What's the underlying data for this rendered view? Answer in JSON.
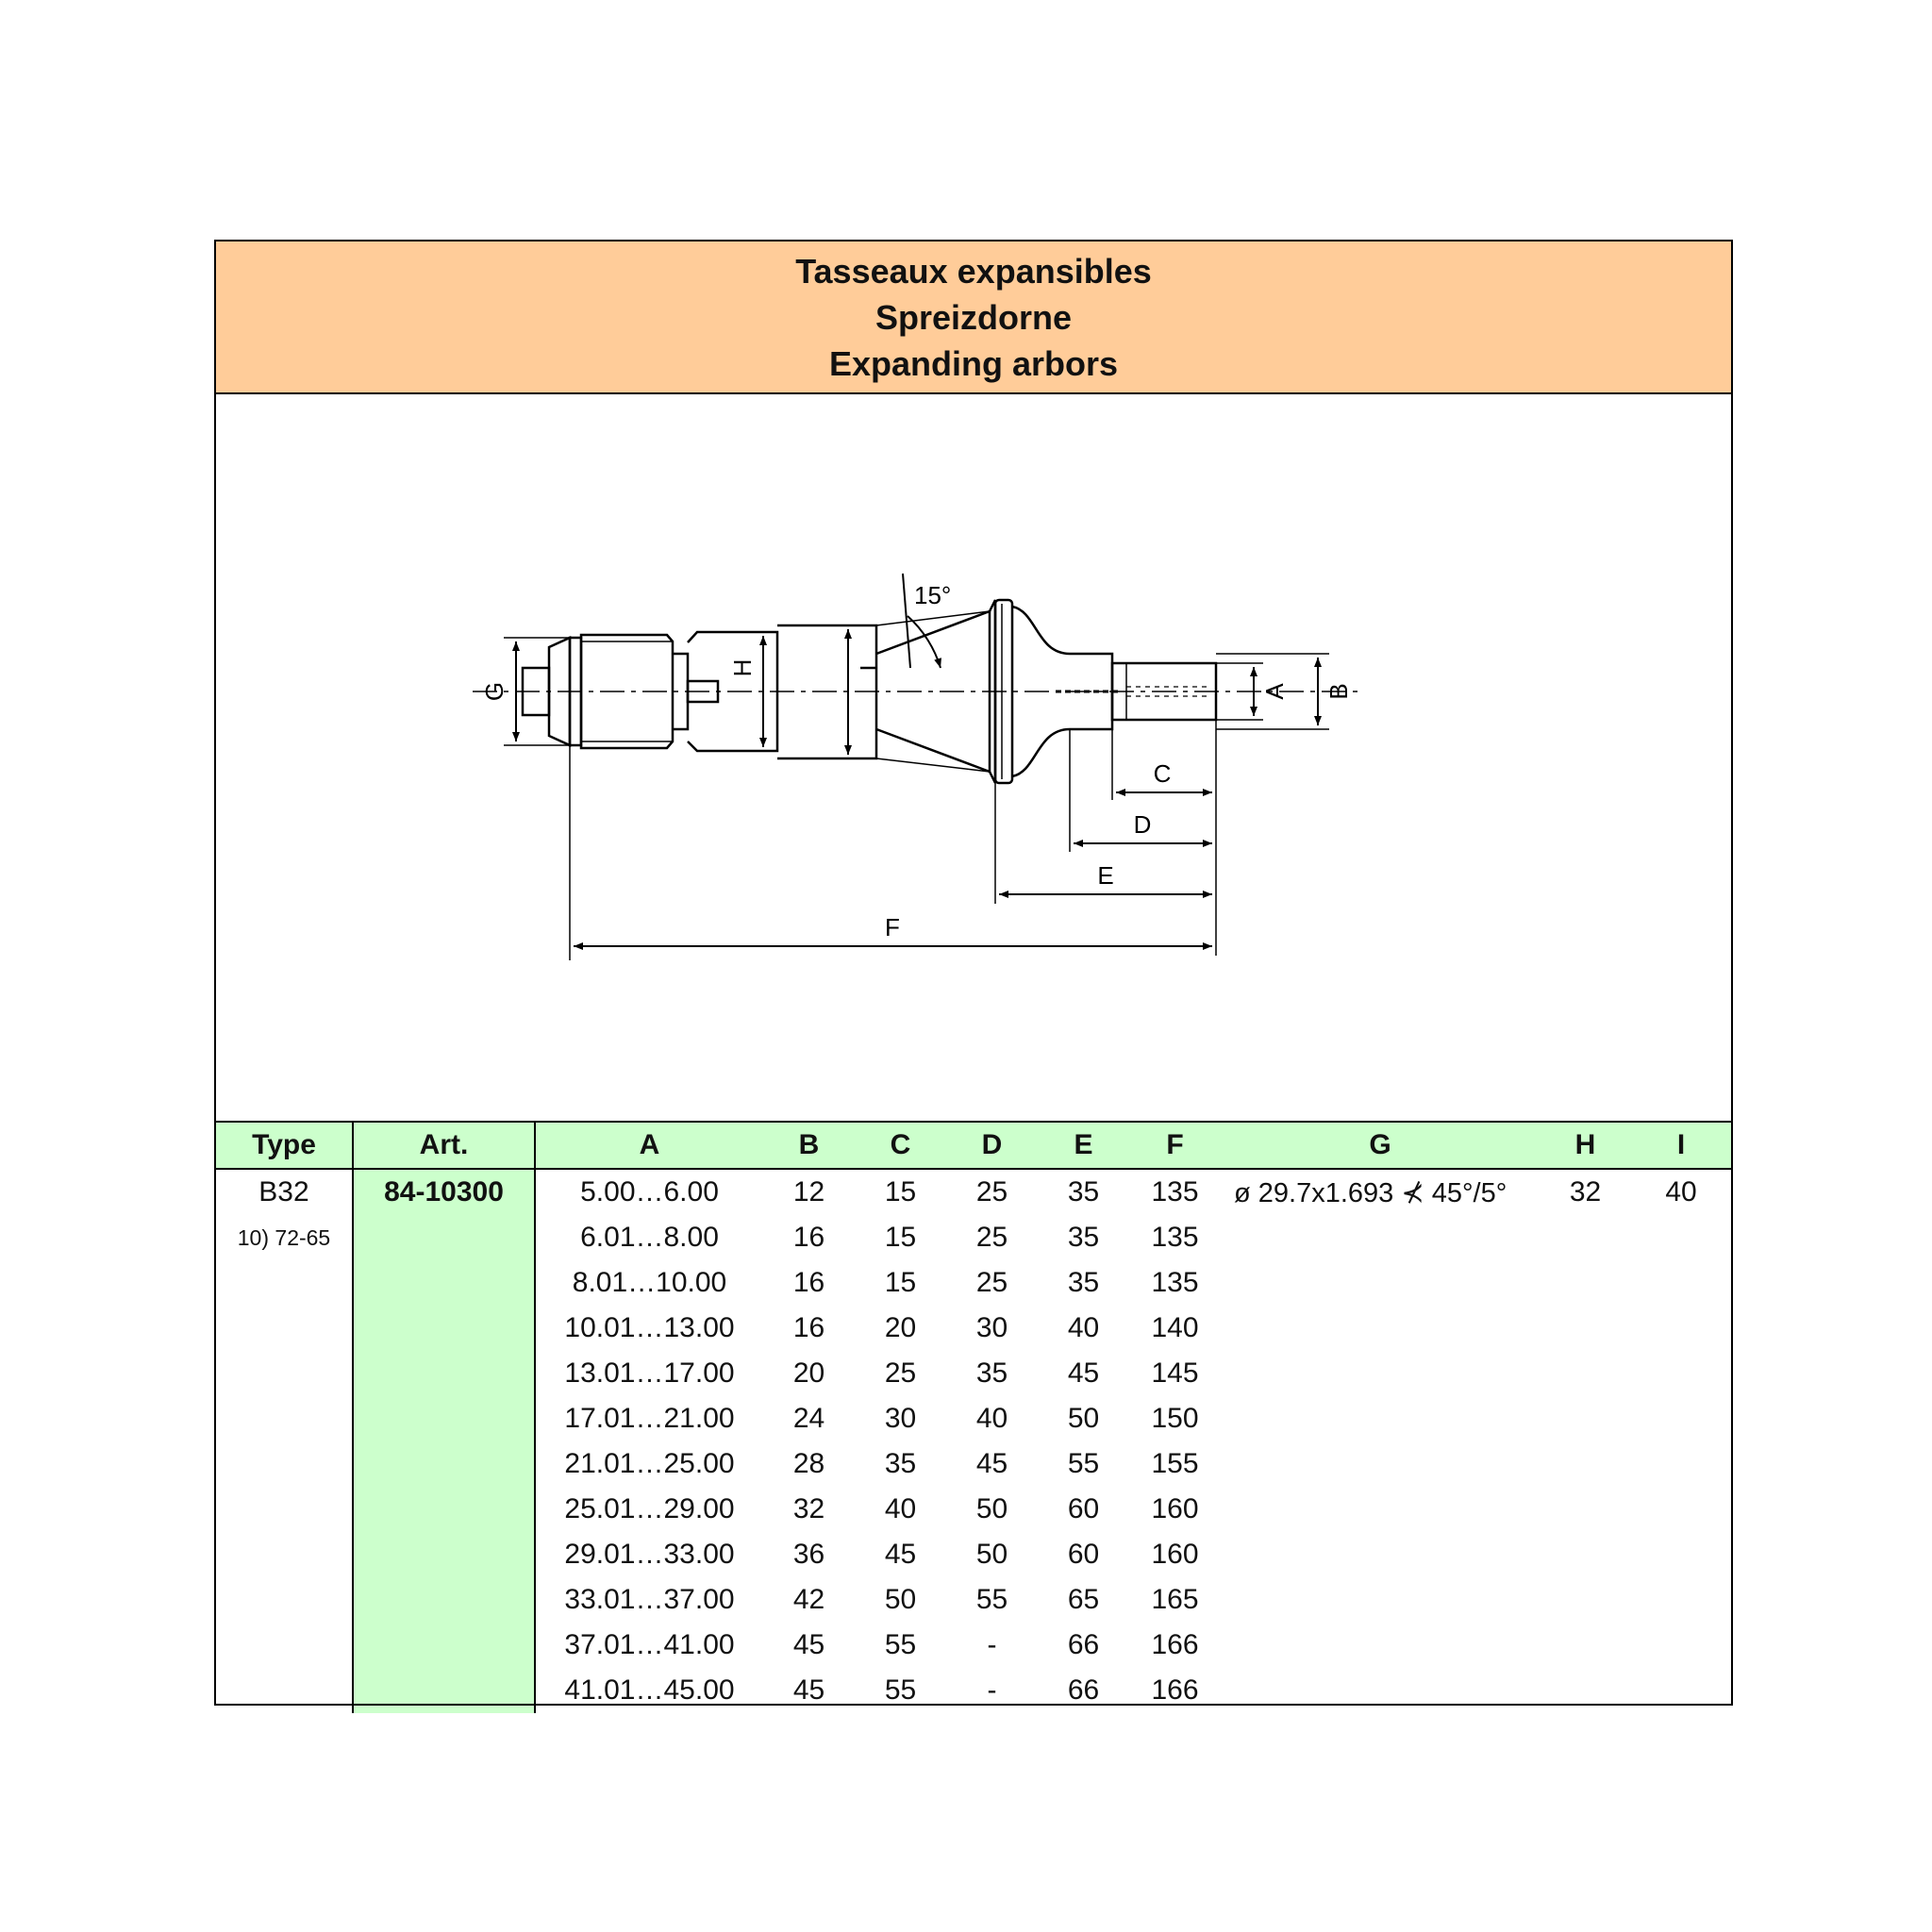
{
  "title_lines": [
    "Tasseaux expansibles",
    "Spreizdorne",
    "Expanding arbors"
  ],
  "drawing_labels": {
    "angle": "15°",
    "dims": [
      "A",
      "B",
      "C",
      "D",
      "E",
      "F",
      "G",
      "H",
      "I"
    ]
  },
  "table": {
    "headers": [
      "Type",
      "Art.",
      "A",
      "B",
      "C",
      "D",
      "E",
      "F",
      "G",
      "H",
      "I"
    ],
    "type": "B32",
    "type_note": "10) 72-65",
    "art": "84-10300",
    "g_value": "ø 29.7x1.693 ⊀ 45°/5°",
    "h_value": "32",
    "i_value": "40",
    "rows": [
      [
        "5.00…6.00",
        "12",
        "15",
        "25",
        "35",
        "135"
      ],
      [
        "6.01…8.00",
        "16",
        "15",
        "25",
        "35",
        "135"
      ],
      [
        "8.01…10.00",
        "16",
        "15",
        "25",
        "35",
        "135"
      ],
      [
        "10.01…13.00",
        "16",
        "20",
        "30",
        "40",
        "140"
      ],
      [
        "13.01…17.00",
        "20",
        "25",
        "35",
        "45",
        "145"
      ],
      [
        "17.01…21.00",
        "24",
        "30",
        "40",
        "50",
        "150"
      ],
      [
        "21.01…25.00",
        "28",
        "35",
        "45",
        "55",
        "155"
      ],
      [
        "25.01…29.00",
        "32",
        "40",
        "50",
        "60",
        "160"
      ],
      [
        "29.01…33.00",
        "36",
        "45",
        "50",
        "60",
        "160"
      ],
      [
        "33.01…37.00",
        "42",
        "50",
        "55",
        "65",
        "165"
      ],
      [
        "37.01…41.00",
        "45",
        "55",
        "-",
        "66",
        "166"
      ],
      [
        "41.01…45.00",
        "45",
        "55",
        "-",
        "66",
        "166"
      ]
    ]
  }
}
